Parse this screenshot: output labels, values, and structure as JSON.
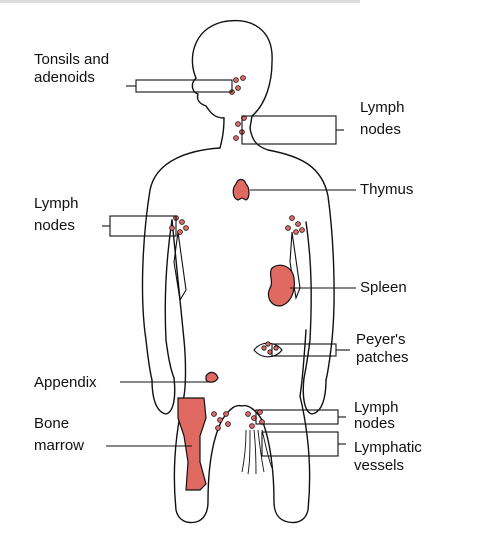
{
  "colors": {
    "organ_fill": "#e06a62",
    "outline": "#111111",
    "background": "#ffffff",
    "top_rule": "#dcdcdc"
  },
  "labels": {
    "tonsils": [
      "Tonsils and",
      "adenoids"
    ],
    "lymph_nodes_neck": [
      "Lymph",
      "nodes"
    ],
    "thymus": [
      "Thymus"
    ],
    "lymph_nodes_arm": [
      "Lymph",
      "nodes"
    ],
    "spleen": [
      "Spleen"
    ],
    "peyers": [
      "Peyer's",
      "patches"
    ],
    "appendix": [
      "Appendix"
    ],
    "bone_marrow": [
      "Bone",
      "marrow"
    ],
    "lymph_nodes_groin": [
      "Lymph",
      "nodes"
    ],
    "lymphatic_vessels": [
      "Lymphatic",
      "vessels"
    ]
  }
}
